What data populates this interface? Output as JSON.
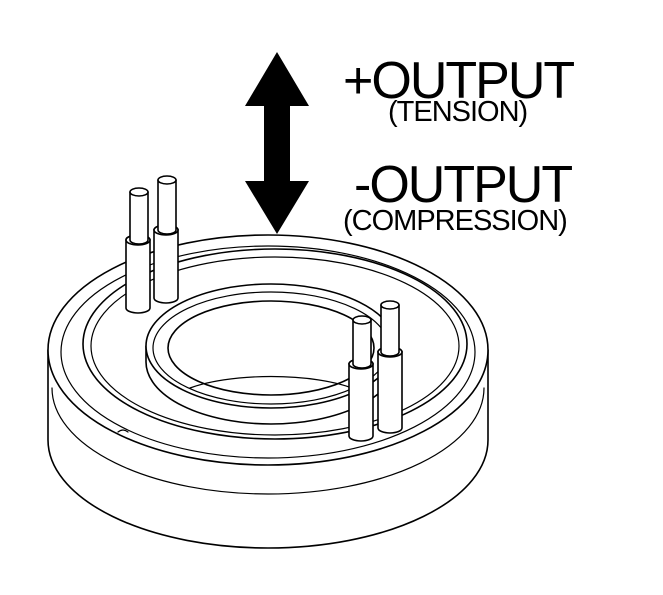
{
  "labels": {
    "tension_output": "+OUTPUT",
    "tension_note": "(TENSION)",
    "compression_output": "-OUTPUT",
    "compression_note": "(COMPRESSION)"
  },
  "colors": {
    "ink": "#000000",
    "background": "#ffffff"
  }
}
